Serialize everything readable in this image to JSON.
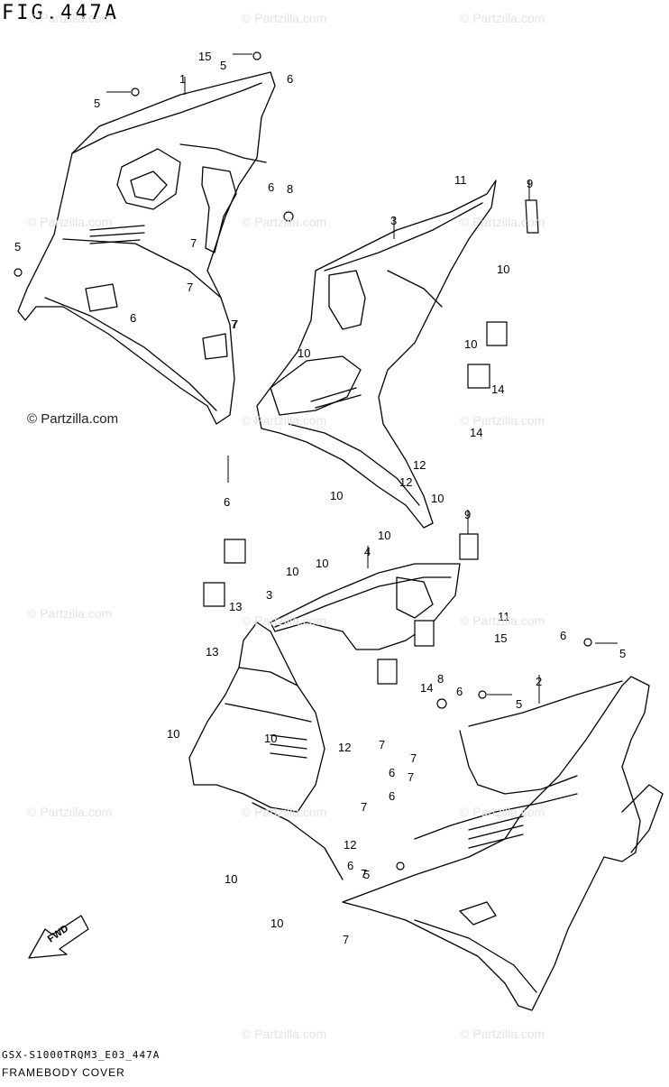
{
  "figure": {
    "title": "FIG.447A",
    "copyright": "© Partzilla.com",
    "watermark": "© Partzilla.com",
    "code": "GSX-S1000TRQM3_E03_447A",
    "name": "FRAMEBODY COVER",
    "fwd": "FWD"
  },
  "callouts": [
    "15",
    "5",
    "1",
    "6",
    "5",
    "6",
    "8",
    "7",
    "7",
    "7",
    "5",
    "6",
    "7",
    "11",
    "9",
    "3",
    "10",
    "10",
    "10",
    "14",
    "14",
    "12",
    "12",
    "10",
    "10",
    "10",
    "6",
    "9",
    "4",
    "10",
    "10",
    "3",
    "13",
    "13",
    "11",
    "15",
    "6",
    "5",
    "8",
    "2",
    "14",
    "6",
    "5",
    "10",
    "10",
    "7",
    "7",
    "12",
    "7",
    "6",
    "7",
    "6",
    "12",
    "7",
    "10",
    "6",
    "5",
    "10",
    "7"
  ],
  "watermarks": [
    "© Partzilla.com",
    "© Partzilla.com",
    "© Partzilla.com",
    "© Partzilla.com",
    "© Partzilla.com",
    "© Partzilla.com",
    "© Partzilla.com",
    "© Partzilla.com",
    "© Partzilla.com",
    "© Partzilla.com",
    "© Partzilla.com",
    "© Partzilla.com",
    "© Partzilla.com",
    "© Partzilla.com",
    "© Partzilla.com",
    "© Partzilla.com"
  ]
}
